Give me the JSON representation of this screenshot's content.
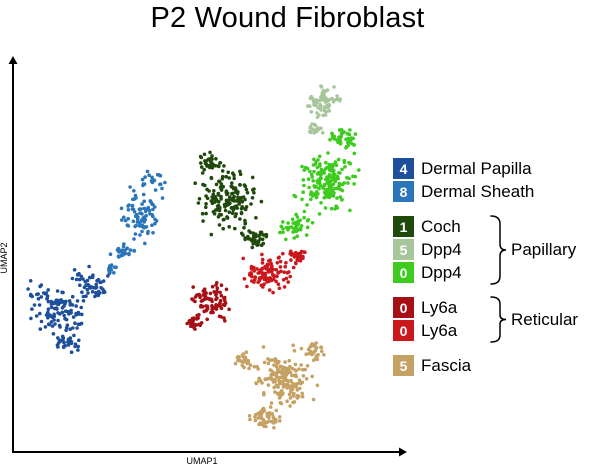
{
  "title": "P2 Wound Fibroblast",
  "axes": {
    "x_label": "UMAP1",
    "y_label": "UMAP2"
  },
  "legend": {
    "entries": [
      {
        "id": "dermal-papilla",
        "number": "4",
        "label": "Dermal Papilla",
        "color": "#1d4f9c",
        "gap_before": false
      },
      {
        "id": "dermal-sheath",
        "number": "8",
        "label": "Dermal Sheath",
        "color": "#2a76b9",
        "gap_before": false
      },
      {
        "id": "coch",
        "number": "1",
        "label": "Coch",
        "color": "#20490c",
        "gap_before": true,
        "group": "Papillary"
      },
      {
        "id": "dpp4-pale",
        "number": "5",
        "label": "Dpp4",
        "color": "#a8c69b",
        "gap_before": false,
        "group": "Papillary"
      },
      {
        "id": "dpp4-bright",
        "number": "0",
        "label": "Dpp4",
        "color": "#3ecb1f",
        "gap_before": false,
        "group": "Papillary"
      },
      {
        "id": "ly6a-dark",
        "number": "0",
        "label": "Ly6a",
        "color": "#a50f15",
        "gap_before": true,
        "group": "Reticular"
      },
      {
        "id": "ly6a-bright",
        "number": "0",
        "label": "Ly6a",
        "color": "#cb181d",
        "gap_before": false,
        "group": "Reticular"
      },
      {
        "id": "fascia",
        "number": "5",
        "label": "Fascia",
        "color": "#c6a164",
        "gap_before": true
      }
    ],
    "braces": [
      {
        "id": "papillary",
        "label": "Papillary",
        "covers": [
          "Coch",
          "Dpp4",
          "Dpp4"
        ]
      },
      {
        "id": "reticular",
        "label": "Reticular",
        "covers": [
          "Ly6a",
          "Ly6a"
        ]
      }
    ]
  },
  "chart_data": {
    "type": "scatter",
    "title": "P2 Wound Fibroblast",
    "xlabel": "UMAP1",
    "ylabel": "UMAP2",
    "axis_style": "arrow-tipped axes, no tick marks or tick labels (arbitrary UMAP units)",
    "coordinate_space": "figure pixels (600x469), y increases downward",
    "legend_position": "right",
    "grid": false,
    "seed": 7,
    "point_radius": 1.8,
    "series": [
      {
        "id": "dermal-papilla",
        "name": "Dermal Papilla",
        "cluster_number": "4",
        "color": "#1d4f9c",
        "n_points": 195,
        "blobs": [
          {
            "cx": 58,
            "cy": 310,
            "rx": 34,
            "ry": 30,
            "n": 95
          },
          {
            "cx": 90,
            "cy": 285,
            "rx": 26,
            "ry": 22,
            "n": 55
          },
          {
            "cx": 68,
            "cy": 342,
            "rx": 26,
            "ry": 13,
            "n": 30
          },
          {
            "cx": 38,
            "cy": 295,
            "rx": 14,
            "ry": 18,
            "n": 15
          }
        ]
      },
      {
        "id": "dermal-sheath",
        "name": "Dermal Sheath",
        "cluster_number": "8",
        "color": "#2a76b9",
        "n_points": 135,
        "blobs": [
          {
            "cx": 142,
            "cy": 215,
            "rx": 26,
            "ry": 32,
            "n": 80
          },
          {
            "cx": 155,
            "cy": 182,
            "rx": 20,
            "ry": 13,
            "n": 20
          },
          {
            "cx": 124,
            "cy": 252,
            "rx": 15,
            "ry": 13,
            "n": 25
          },
          {
            "cx": 112,
            "cy": 268,
            "rx": 10,
            "ry": 8,
            "n": 10
          }
        ]
      },
      {
        "id": "coch",
        "name": "Coch",
        "cluster_number": "1",
        "color": "#20490c",
        "n_points": 230,
        "blobs": [
          {
            "cx": 228,
            "cy": 200,
            "rx": 40,
            "ry": 38,
            "n": 155
          },
          {
            "cx": 212,
            "cy": 162,
            "rx": 18,
            "ry": 12,
            "n": 35
          },
          {
            "cx": 255,
            "cy": 238,
            "rx": 22,
            "ry": 14,
            "n": 40
          }
        ]
      },
      {
        "id": "dpp4-pale",
        "name": "Dpp4",
        "cluster_number": "5",
        "color": "#a8c69b",
        "n_points": 90,
        "blobs": [
          {
            "cx": 322,
            "cy": 103,
            "rx": 24,
            "ry": 22,
            "n": 72
          },
          {
            "cx": 317,
            "cy": 130,
            "rx": 13,
            "ry": 8,
            "n": 18
          }
        ]
      },
      {
        "id": "dpp4-bright",
        "name": "Dpp4",
        "cluster_number": "0",
        "color": "#3ecb1f",
        "n_points": 260,
        "blobs": [
          {
            "cx": 328,
            "cy": 182,
            "rx": 38,
            "ry": 40,
            "n": 170
          },
          {
            "cx": 296,
            "cy": 226,
            "rx": 20,
            "ry": 18,
            "n": 45
          },
          {
            "cx": 342,
            "cy": 138,
            "rx": 20,
            "ry": 13,
            "n": 45
          }
        ]
      },
      {
        "id": "ly6a-dark",
        "name": "Ly6a",
        "cluster_number": "0",
        "color": "#a50f15",
        "n_points": 110,
        "blobs": [
          {
            "cx": 212,
            "cy": 302,
            "rx": 26,
            "ry": 25,
            "n": 85
          },
          {
            "cx": 194,
            "cy": 324,
            "rx": 11,
            "ry": 9,
            "n": 25
          }
        ]
      },
      {
        "id": "ly6a-bright",
        "name": "Ly6a",
        "cluster_number": "0",
        "color": "#cb181d",
        "n_points": 140,
        "blobs": [
          {
            "cx": 266,
            "cy": 274,
            "rx": 33,
            "ry": 24,
            "n": 105
          },
          {
            "cx": 297,
            "cy": 257,
            "rx": 13,
            "ry": 10,
            "n": 35
          }
        ]
      },
      {
        "id": "fascia",
        "name": "Fascia",
        "cluster_number": "5",
        "color": "#c6a164",
        "n_points": 280,
        "blobs": [
          {
            "cx": 282,
            "cy": 378,
            "rx": 40,
            "ry": 36,
            "n": 170
          },
          {
            "cx": 268,
            "cy": 418,
            "rx": 22,
            "ry": 16,
            "n": 55
          },
          {
            "cx": 314,
            "cy": 350,
            "rx": 15,
            "ry": 12,
            "n": 30
          },
          {
            "cx": 242,
            "cy": 360,
            "rx": 12,
            "ry": 12,
            "n": 25
          }
        ]
      }
    ]
  }
}
